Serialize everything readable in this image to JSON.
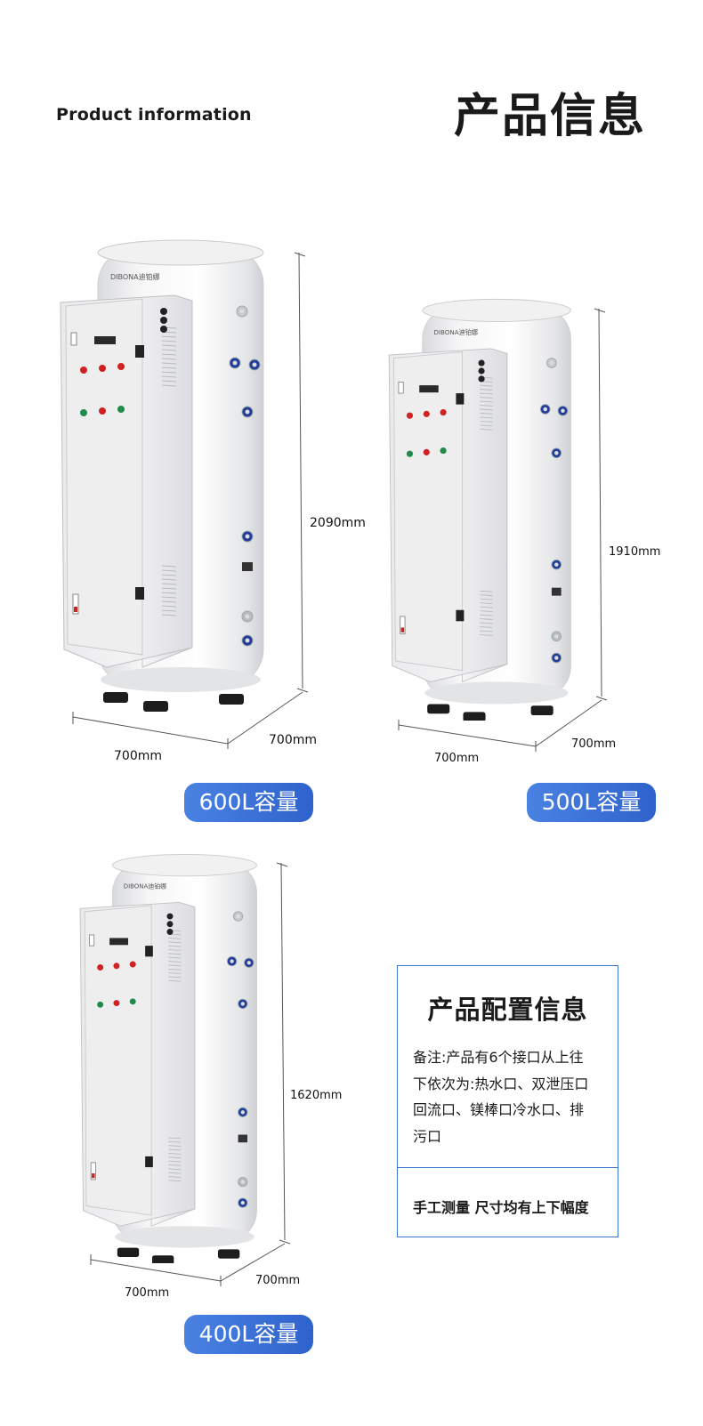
{
  "header": {
    "en_title": "Product information",
    "cn_title": "产品信息"
  },
  "products": [
    {
      "height_dim": "2090mm",
      "width_dim": "700mm",
      "depth_dim": "700mm",
      "capacity_label": "600L容量",
      "brand_text": "DIBONA迪铂娜"
    },
    {
      "height_dim": "1910mm",
      "width_dim": "700mm",
      "depth_dim": "700mm",
      "capacity_label": "500L容量",
      "brand_text": "DIBONA迪铂娜"
    },
    {
      "height_dim": "1620mm",
      "width_dim": "700mm",
      "depth_dim": "700mm",
      "capacity_label": "400L容量",
      "brand_text": "DIBONA迪铂娜"
    }
  ],
  "config_box": {
    "title": "产品配置信息",
    "note_lines": [
      "备注:产品有6个接口从上往",
      "下依次为:热水口、双泄压口",
      "回流口、镁棒口冷水口、排",
      "污口"
    ],
    "footer": "手工测量 尺寸均有上下幅度"
  },
  "colors": {
    "accent": "#3e74d1",
    "badge_start": "#4a82e2",
    "badge_end": "#2f63cc"
  }
}
